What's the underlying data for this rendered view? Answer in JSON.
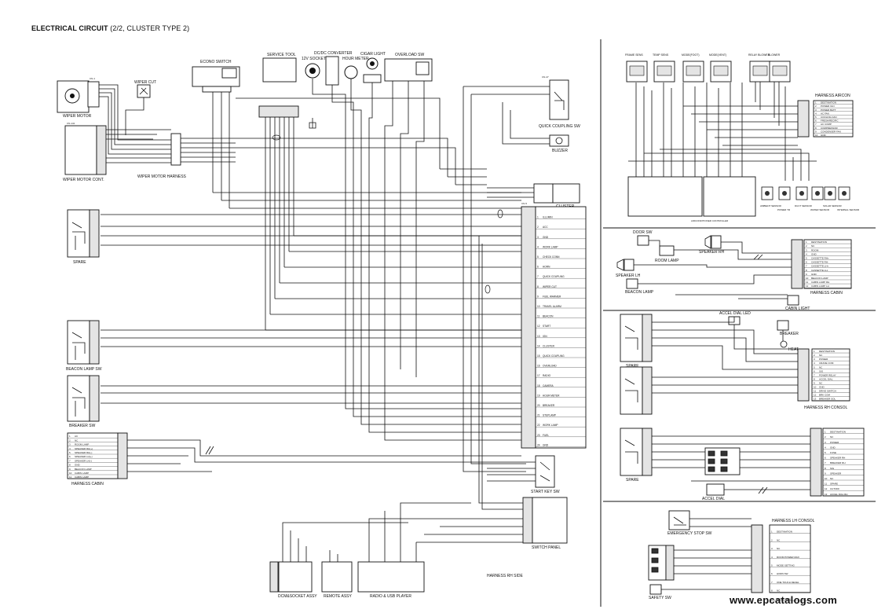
{
  "header": {
    "title": "ELECTRICAL CIRCUIT",
    "subtitle": "(2/2, CLUSTER TYPE 2)"
  },
  "watermark": "www.epcatalogs.com",
  "left_section": {
    "top_components": {
      "wiper_cut": "WIPER CUT",
      "econo_switch": "ECONO SWITCH",
      "service_tool": "SERVICE TOOL",
      "dcdc_converter": "DC/DC CONVERTER",
      "socket_12v": "12V SOCKET",
      "hour_meter": "HOUR METER",
      "cigar_light": "CIGAR LIGHT",
      "overload_sw": "OVERLOAD SW",
      "quick_coupling_sw": "QUICK COUPLING SW",
      "buzzer": "BUZZER",
      "cluster": "CLUSTER"
    },
    "wiper": {
      "wiper_motor": "WIPER MOTOR",
      "wiper_motor_cont": "WIPER MOTOR CONT.",
      "wiper_motor_harness": "WIPER MOTOR HARNESS"
    },
    "switches": {
      "spare": "SPARE",
      "beacon_lamp_sw": "BEACON LAMP SW",
      "breaker_sw": "BREAKER SW"
    },
    "harness_cabin": "HARNESS CABIN",
    "cabin_destinations": [
      "AC",
      "NC",
      "ROOM LAMP",
      "SPEAKER RH(+)",
      "SPEAKER RH(-)",
      "SPEAKER LH(+)",
      "SPEAKER LH(-)",
      "GND",
      "BEACON LAMP",
      "CABIN LAMP",
      "CABIN LAMP"
    ],
    "start_key_sw": "START KEY SW",
    "switch_panel": "SWITCH PANEL",
    "harness_rh_side": "HARNESS RH SIDE",
    "dcm_socket_assy": "DCM&SOCKET ASSY",
    "remote_assy": "REMOTE ASSY",
    "radio_usb_player": "RADIO & USB PLAYER",
    "rh_side_destinations": [
      "ILLUMIN",
      "ACC",
      "GND",
      "WORK LAMP",
      "CHECK CONN",
      "HORN",
      "QUICK COUPLING",
      "WIPER CUT",
      "FUEL WARMER",
      "TRAVEL ALARM",
      "BEACON",
      "START",
      "IGN",
      "CLUSTER",
      "QUICK COUPLING",
      "OVERLOAD",
      "RADIO",
      "CAMERA",
      "HOUR METER",
      "BREAKER",
      "STEPLAMP",
      "WORK LAMP",
      "FUEL",
      "GND"
    ]
  },
  "right_section": {
    "aircon": {
      "components": [
        "FRAME SENS",
        "TEMP SENS",
        "MODE(FOOT)",
        "MODE(VENT)",
        "RELAY BLOWER",
        "BLOWER"
      ],
      "harness": "HARNESS AIRCON",
      "destinations": [
        "DESTINATION",
        "POWER IGN",
        "POWER BATT",
        "AC FAN",
        "COOLING FAN",
        "FRESH/RECIRC",
        "AC COMP",
        "COMPRESSOR",
        "CONDENSER FAN",
        "GND"
      ],
      "controller": "AIRCONDITIONER CONTROLLER",
      "sensors": [
        "AMBIENT SENSOR",
        "POWER TR",
        "DUCT SENSOR",
        "WATER SENSOR",
        "SOLAR SENSOR",
        "INTERNAL SENSOR"
      ]
    },
    "cabin": {
      "room_lamp": "ROOM LAMP",
      "speaker_rh": "SPEAKER RH",
      "speaker_lh": "SPEAKER LH",
      "beacon_lamp": "BEACON LAMP",
      "door_sw": "DOOR SW",
      "cabin_light": "CABIN LIGHT",
      "harness": "HARNESS CABIN",
      "destinations": [
        "DESTINATION",
        "NC",
        "ROOM",
        "GND",
        "CASSETTE RH+",
        "CASSETTE RH-",
        "CASSETTE LH+",
        "CASSETTE LH-",
        "GND",
        "BEACON LAMP",
        "CABIN LAMP RH",
        "CABIN LAMP LH"
      ]
    },
    "rh_console": {
      "accel_dial_led": "ACCEL DIAL LED",
      "breaker": "BREAKER",
      "heat": "HEAT",
      "spare": "SPARE",
      "harness": "HARNESS RH CONSOL",
      "destinations": [
        "DESTINATION",
        "NC",
        "POWER",
        "CRANE COM",
        "NC",
        "SIG",
        "POWER RELAY",
        "ACCEL DIAL",
        "NC",
        "GND",
        "DRIVE SWITCH",
        "BRK COM",
        "BREAKER SOL"
      ]
    },
    "rh_console2": {
      "spare": "SPARE",
      "accel_dial": "ACCEL DIAL",
      "destinations": [
        "DESTINATION",
        "NC",
        "POWER",
        "GND",
        "FUSE",
        "SPEAKER RH",
        "BREAKER RH",
        "SIG",
        "SPEAKER",
        "NC",
        "SPARE",
        "CUTOFF",
        "ACCEL DIAL RH"
      ]
    },
    "lh_console": {
      "harness": "HARNESS LH CONSOL",
      "emergency_stop": "EMERGENCY STOP SW",
      "safety_sw": "SAFETY SW",
      "destinations": [
        "DESTINATION",
        "NC",
        "NC",
        "ROOM POWER MAX",
        "MODE SETTING",
        "HORN SW",
        "ONE TOUCH DECEL",
        "NC",
        "SAFETY SOL"
      ]
    }
  }
}
